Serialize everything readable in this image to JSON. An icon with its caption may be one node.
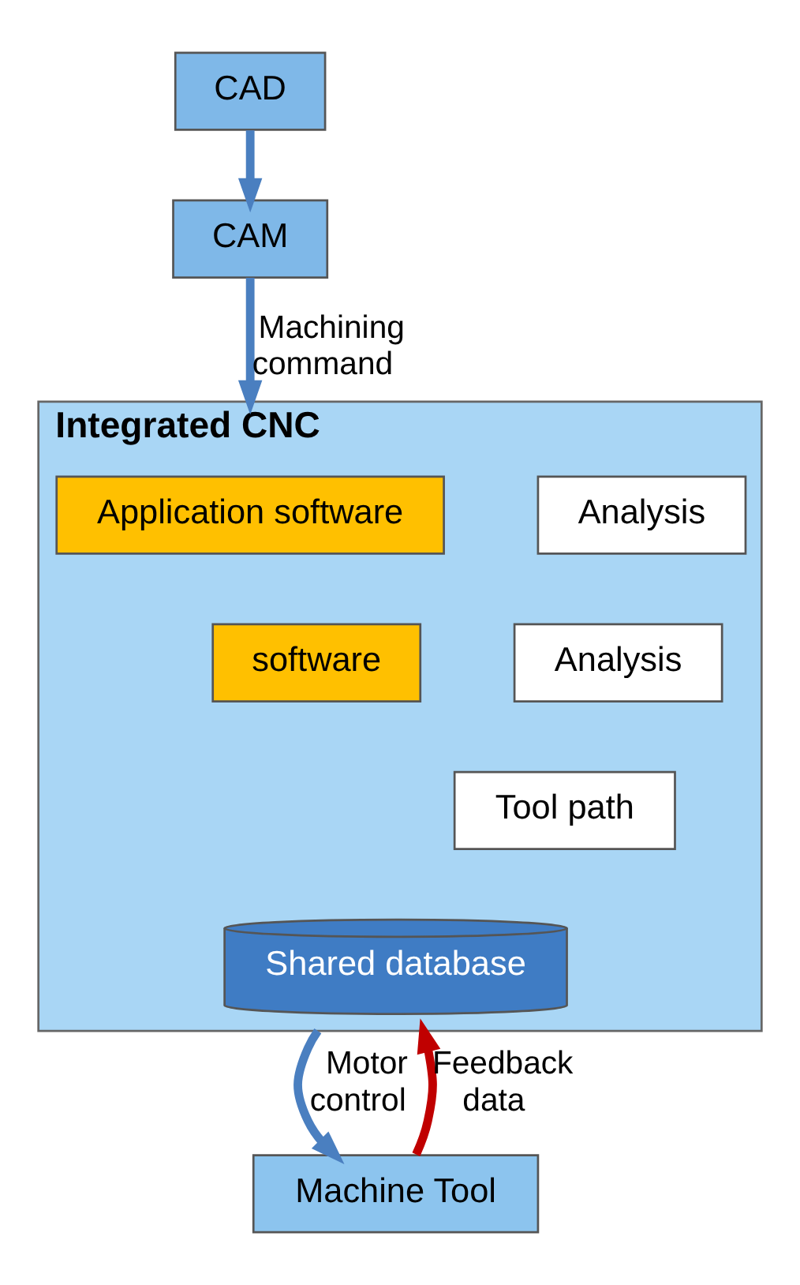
{
  "diagram": {
    "nodes": [
      {
        "text": [
          "CAD"
        ]
      },
      {
        "text": [
          "CAM"
        ]
      },
      {
        "text": [
          "Integrated CNC"
        ]
      },
      {
        "text": [
          "Application software"
        ],
        "in": 2
      },
      {
        "text": [
          "software"
        ],
        "in": 2
      },
      {
        "text": [
          "Analysis"
        ],
        "in": 2
      },
      {
        "text": [
          "Analysis"
        ],
        "in": 2
      },
      {
        "text": [
          "Tool path"
        ],
        "in": 2
      },
      {
        "text": [
          "Shared database"
        ],
        "in": 2
      },
      {
        "text": [
          "Machine Tool"
        ]
      }
    ],
    "edges": [
      {
        "from": 0,
        "to": 1,
        "arrow": "to"
      },
      {
        "from": 1,
        "to": 2,
        "arrow": "to",
        "label": "Machining command"
      },
      {
        "from": 2,
        "to": 9,
        "arrow": "to",
        "label": "Motor control"
      },
      {
        "from": 9,
        "to": 2,
        "arrow": "to",
        "label": "Feedback data",
        "color": "#c00000"
      }
    ]
  }
}
